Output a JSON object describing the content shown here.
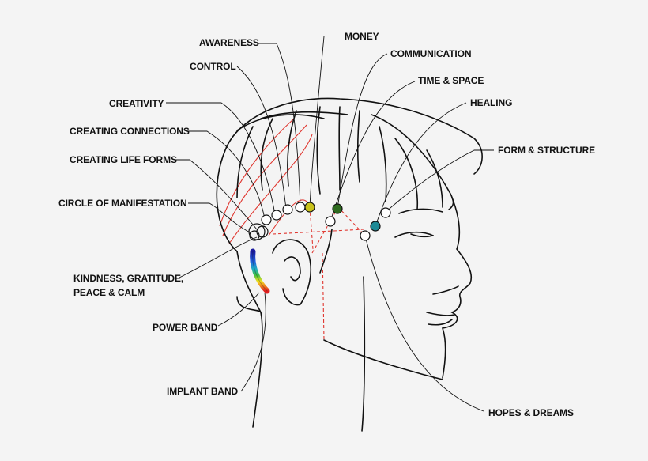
{
  "labels": {
    "awareness": "AWARENESS",
    "money": "MONEY",
    "control": "CONTROL",
    "communication": "COMMUNICATION",
    "time_space": "TIME & SPACE",
    "creativity": "CREATIVITY",
    "healing": "HEALING",
    "creating_connections": "CREATING CONNECTIONS",
    "form_structure": "FORM & STRUCTURE",
    "creating_life_forms": "CREATING LIFE FORMS",
    "circle_of_manifestation": "CIRCLE OF MANIFESTATION",
    "kindness_line1": "KINDNESS, GRATITUDE,",
    "kindness_line2": "PEACE & CALM",
    "power_band": "POWER BAND",
    "implant_band": "IMPLANT BAND",
    "hopes_dreams": "HOPES & DREAMS"
  },
  "colors": {
    "line": "#111111",
    "guide": "#e0362f",
    "money_point": "#c9c21a",
    "communication_point": "#2e6b1f",
    "healing_point": "#1e8a96"
  }
}
